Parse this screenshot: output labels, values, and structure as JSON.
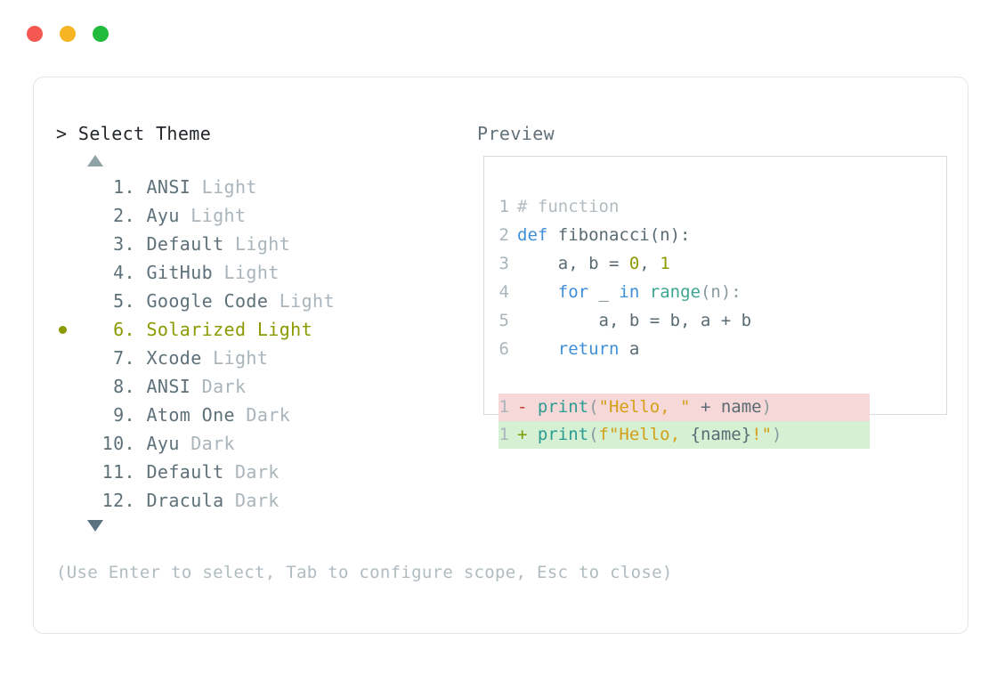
{
  "window": {
    "traffic_lights": [
      {
        "name": "close",
        "color": "#f55850"
      },
      {
        "name": "minimize",
        "color": "#f6b523"
      },
      {
        "name": "maximize",
        "color": "#22bb3b"
      }
    ]
  },
  "left_panel": {
    "prompt": ">",
    "title": "> Select Theme",
    "scroll_up_icon": "triangle-up-icon",
    "scroll_down_icon": "triangle-down-icon",
    "selected_index": 6,
    "items": [
      {
        "index": "1.",
        "name": "ANSI",
        "kind": "Light",
        "selected": false
      },
      {
        "index": "2.",
        "name": "Ayu",
        "kind": "Light",
        "selected": false
      },
      {
        "index": "3.",
        "name": "Default",
        "kind": "Light",
        "selected": false
      },
      {
        "index": "4.",
        "name": "GitHub",
        "kind": "Light",
        "selected": false
      },
      {
        "index": "5.",
        "name": "Google Code",
        "kind": "Light",
        "selected": false
      },
      {
        "index": "6.",
        "name": "Solarized",
        "kind": "Light",
        "selected": true
      },
      {
        "index": "7.",
        "name": "Xcode",
        "kind": "Light",
        "selected": false
      },
      {
        "index": "8.",
        "name": "ANSI",
        "kind": "Dark",
        "selected": false
      },
      {
        "index": "9.",
        "name": "Atom One",
        "kind": "Dark",
        "selected": false
      },
      {
        "index": "10.",
        "name": "Ayu",
        "kind": "Dark",
        "selected": false
      },
      {
        "index": "11.",
        "name": "Default",
        "kind": "Dark",
        "selected": false
      },
      {
        "index": "12.",
        "name": "Dracula",
        "kind": "Dark",
        "selected": false
      }
    ]
  },
  "right_panel": {
    "title": "Preview",
    "code_lines": [
      {
        "n": "1",
        "tokens": [
          {
            "t": "# function",
            "c": "t-comment"
          }
        ]
      },
      {
        "n": "2",
        "tokens": [
          {
            "t": "def ",
            "c": "t-key"
          },
          {
            "t": "fibonacci(n):",
            "c": "t-fn"
          }
        ]
      },
      {
        "n": "3",
        "tokens": [
          {
            "t": "    a, b = ",
            "c": "t-plain"
          },
          {
            "t": "0",
            "c": "t-num"
          },
          {
            "t": ", ",
            "c": "t-plain"
          },
          {
            "t": "1",
            "c": "t-num"
          }
        ]
      },
      {
        "n": "4",
        "tokens": [
          {
            "t": "    ",
            "c": "t-plain"
          },
          {
            "t": "for",
            "c": "t-key"
          },
          {
            "t": " _ ",
            "c": "t-plain"
          },
          {
            "t": "in",
            "c": "t-key"
          },
          {
            "t": " ",
            "c": "t-plain"
          },
          {
            "t": "range",
            "c": "t-builtin"
          },
          {
            "t": "(n):",
            "c": "t-punct"
          }
        ]
      },
      {
        "n": "5",
        "tokens": [
          {
            "t": "        a, b = b, a + b",
            "c": "t-plain"
          }
        ]
      },
      {
        "n": "6",
        "tokens": [
          {
            "t": "    ",
            "c": "t-plain"
          },
          {
            "t": "return",
            "c": "t-key"
          },
          {
            "t": " a",
            "c": "t-plain"
          }
        ]
      }
    ],
    "diff_lines": [
      {
        "n": "1",
        "marker": "-",
        "kind": "del",
        "tokens": [
          {
            "t": "print",
            "c": "t-call"
          },
          {
            "t": "(",
            "c": "t-punct"
          },
          {
            "t": "\"Hello, \"",
            "c": "t-str"
          },
          {
            "t": " + ",
            "c": "t-plain"
          },
          {
            "t": "name",
            "c": "t-plain"
          },
          {
            "t": ")",
            "c": "t-punct"
          }
        ]
      },
      {
        "n": "1",
        "marker": "+",
        "kind": "add",
        "tokens": [
          {
            "t": "print",
            "c": "t-call"
          },
          {
            "t": "(",
            "c": "t-punct"
          },
          {
            "t": "f\"Hello, ",
            "c": "t-str"
          },
          {
            "t": "{name}",
            "c": "t-plain"
          },
          {
            "t": "!\"",
            "c": "t-str"
          },
          {
            "t": ")",
            "c": "t-punct"
          }
        ]
      }
    ]
  },
  "footer": {
    "hint": "(Use Enter to select, Tab to configure scope, Esc to close)"
  },
  "colors": {
    "selected": "#8a9a00",
    "keyword": "#3e8fd8",
    "string": "#d4a017",
    "builtin": "#2aa198",
    "diff_add_bg": "#d5f0d3",
    "diff_del_bg": "#f6d8d8"
  }
}
